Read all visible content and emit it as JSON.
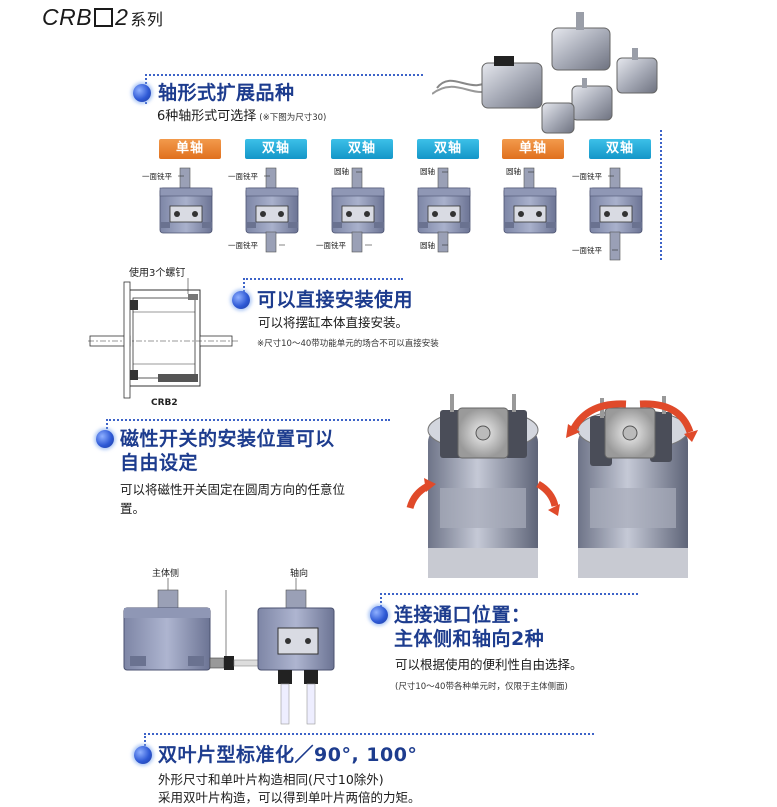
{
  "header": {
    "series_prefix": "CRB",
    "series_num": "2",
    "series_suffix": "系列"
  },
  "section1": {
    "heading": "轴形式扩展品种",
    "subtitle": "6种轴形式可选择",
    "subtitle_note": "(※下图为尺寸30)",
    "tags": [
      "单轴",
      "双轴",
      "双轴",
      "双轴",
      "单轴",
      "双轴"
    ],
    "labels": {
      "flat": "一面铣平",
      "round": "圆轴"
    }
  },
  "section2": {
    "heading": "可以直接安装使用",
    "body": "可以将摆缸本体直接安装。",
    "note": "※尺寸10～40带功能单元的场合不可以直接安装",
    "diagram_label_top": "使用3个螺钉",
    "diagram_label_bottom": "CRB2"
  },
  "section3": {
    "heading_line1": "磁性开关的安装位置可以",
    "heading_line2": "自由设定",
    "body_line1": "可以将磁性开关固定在圆周方向的任意位",
    "body_line2": "置。"
  },
  "section4": {
    "heading_line1": "连接通口位置：",
    "heading_line2": "主体侧和轴向2种",
    "body": "可以根据使用的便利性自由选择。",
    "note": "(尺寸10～40带各种单元时，仅限于主体侧面)",
    "label_left": "主体侧",
    "label_right": "轴向"
  },
  "section5": {
    "heading": "双叶片型标准化／90°, 100°",
    "body_line1": "外形尺寸和单叶片构造相同(尺寸10除外)",
    "body_line2": "采用双叶片构造，可以得到单叶片两倍的力矩。"
  },
  "colors": {
    "heading": "#1d3c8e",
    "dotline": "#3d63c8",
    "tag_single": "#e0701e",
    "tag_double": "#1496c8",
    "arrow": "#e04a2a"
  }
}
